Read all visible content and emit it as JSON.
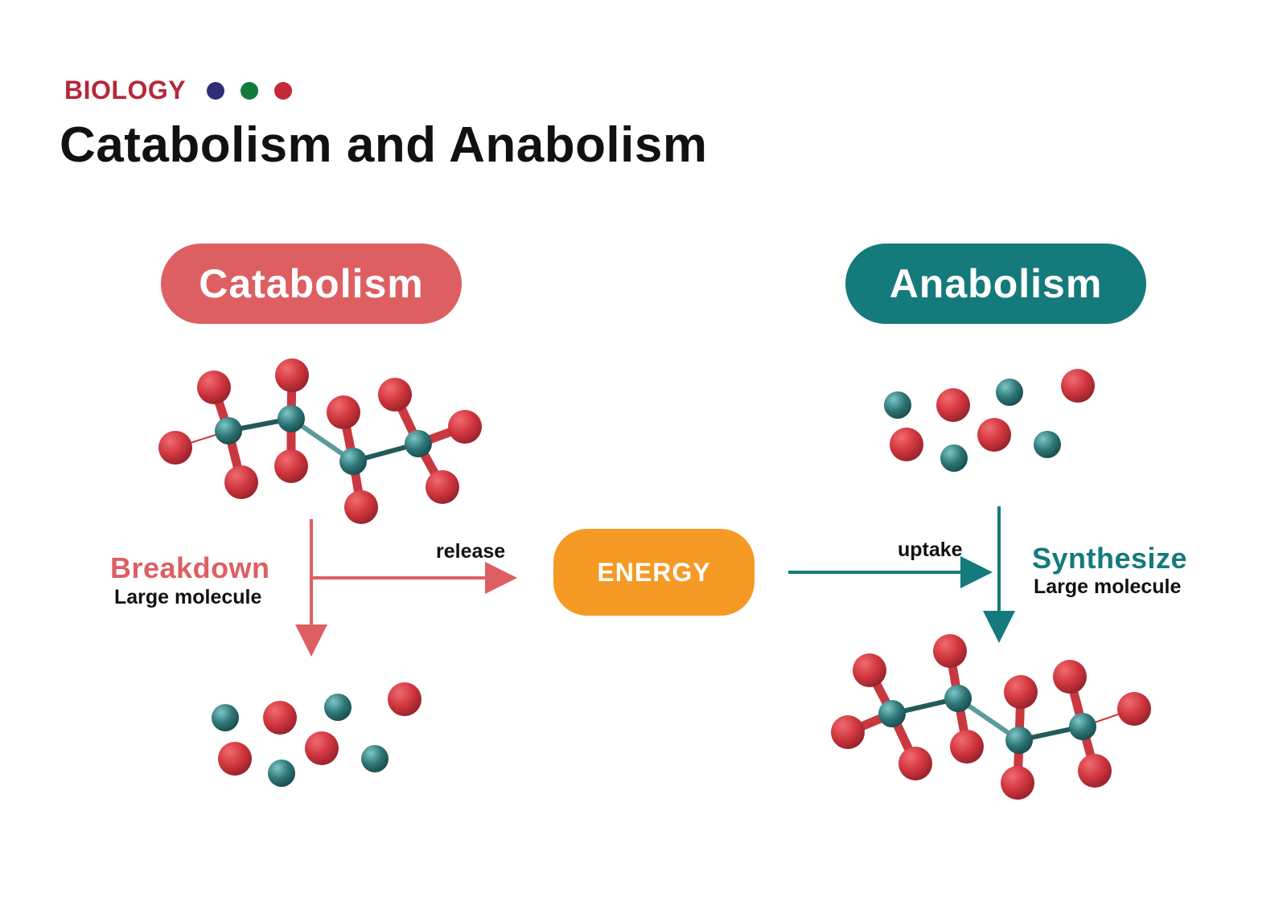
{
  "header": {
    "topic": "BIOLOGY",
    "title": "Catabolism and Anabolism",
    "dots": [
      "#2e2e78",
      "#137a3d",
      "#c5283a"
    ]
  },
  "catabolism": {
    "label": "Catabolism",
    "action": "Breakdown",
    "subject": "Large molecule",
    "energy_verb": "release"
  },
  "anabolism": {
    "label": "Anabolism",
    "action": "Synthesize",
    "subject": "Large molecule",
    "energy_verb": "uptake"
  },
  "energy": {
    "label": "ENERGY"
  },
  "colors": {
    "catabolism": "#dd5f62",
    "anabolism": "#157a7b",
    "energy": "#f59a24",
    "topic": "#b5283b",
    "atom_red": "#c9383f",
    "atom_teal": "#2a6f70"
  }
}
